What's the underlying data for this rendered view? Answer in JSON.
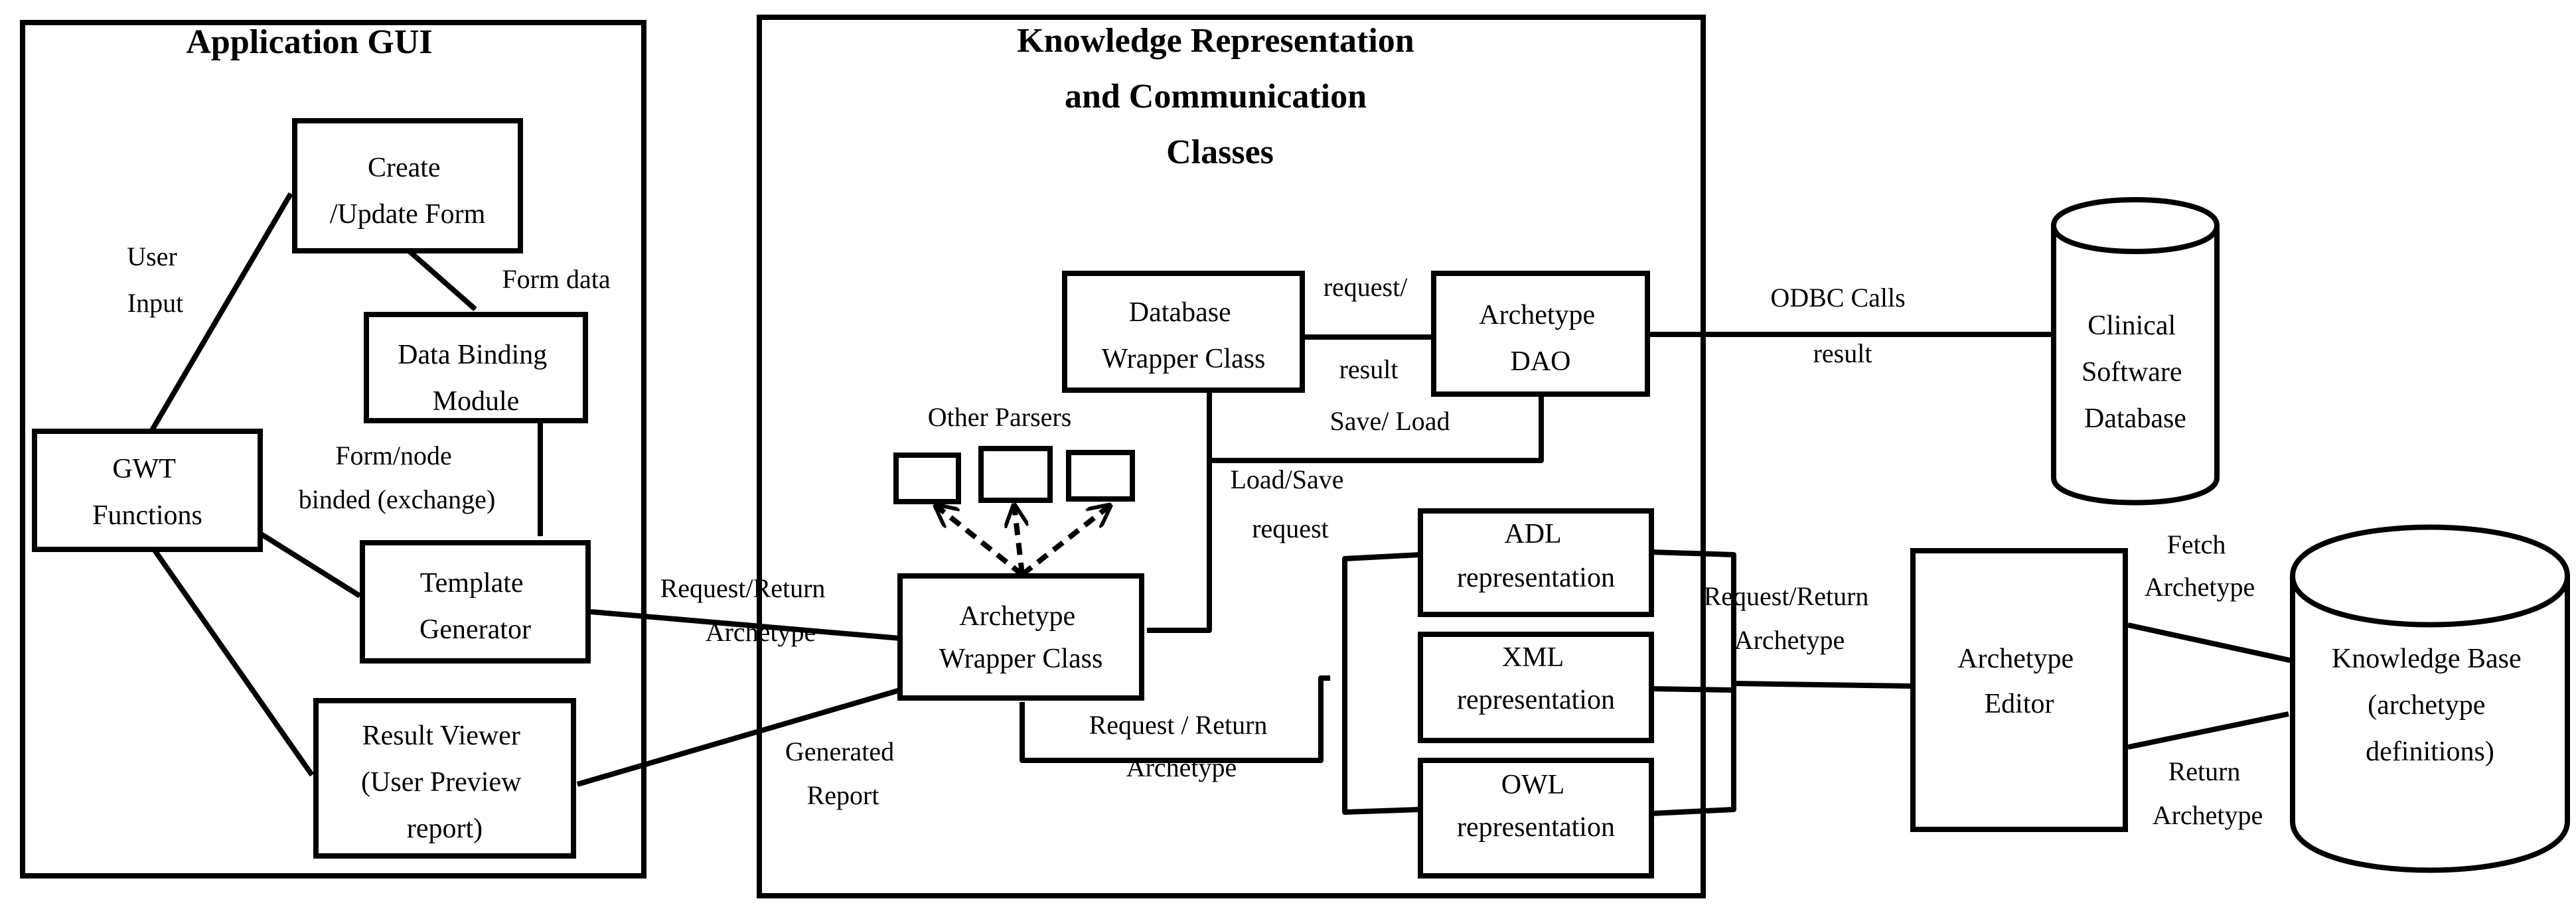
{
  "panels": {
    "gui_title": "Application GUI",
    "krc_title": [
      "Knowledge Representation",
      "and Communication",
      "Classes"
    ]
  },
  "boxes": {
    "create_form": [
      "Create",
      "/Update Form"
    ],
    "data_binding": [
      "Data Binding",
      "Module"
    ],
    "gwt": [
      "GWT",
      "Functions"
    ],
    "template_gen": [
      "Template",
      "Generator"
    ],
    "result_viewer": [
      "Result Viewer",
      "(User Preview",
      "report)"
    ],
    "db_wrapper": [
      "Database",
      "Wrapper Class"
    ],
    "archetype_dao": [
      "Archetype",
      "DAO"
    ],
    "archetype_wrapper": [
      "Archetype",
      "Wrapper Class"
    ],
    "adl": [
      "ADL",
      "representation"
    ],
    "xml": [
      "XML",
      "representation"
    ],
    "owl": [
      "OWL",
      "representation"
    ],
    "archetype_editor": [
      "Archetype",
      "Editor"
    ]
  },
  "databases": {
    "clinical": [
      "Clinical",
      "Software",
      "Database"
    ],
    "knowledge_base": [
      "Knowledge Base",
      "(archetype",
      "definitions)"
    ]
  },
  "labels": {
    "user_input": [
      "User",
      "Input"
    ],
    "form_data": "Form data",
    "form_node": [
      "Form/node",
      "binded (exchange)"
    ],
    "req_return_1": [
      "Request/Return",
      "Archetype"
    ],
    "generated_report": [
      "Generated",
      "Report"
    ],
    "other_parsers": "Other Parsers",
    "request_result": [
      "request/",
      "result"
    ],
    "save_load": "Save/  Load",
    "load_save": [
      "Load/Save",
      "request"
    ],
    "req_return_2": [
      "Request  / Return",
      "Archetype"
    ],
    "req_return_3": [
      "Request/Return",
      "Archetype"
    ],
    "odbc": [
      "ODBC Calls",
      "result"
    ],
    "fetch": [
      "Fetch",
      "Archetype"
    ],
    "return_arch": [
      "Return",
      "Archetype"
    ]
  }
}
